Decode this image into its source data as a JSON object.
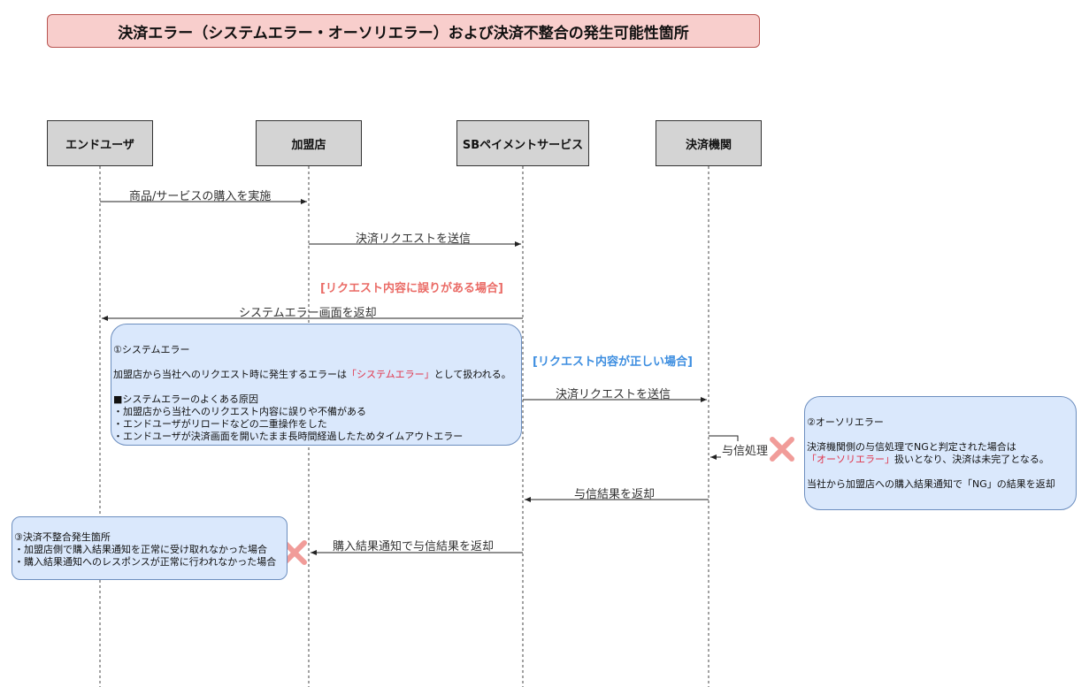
{
  "title": "決済エラー（システムエラー・オーソリエラー）および決済不整合の発生可能性箇所",
  "actors": [
    "エンドユーザ",
    "加盟店",
    "SBペイメントサービス",
    "決済機関"
  ],
  "messages": {
    "purchase": "商品/サービスの購入を実施",
    "payment_request_1": "決済リクエストを送信",
    "system_error_screen": "システムエラー画面を返却",
    "payment_request_2": "決済リクエストを送信",
    "credit_process": "与信処理",
    "credit_result": "与信結果を返却",
    "purchase_notice": "購入結果通知で与信結果を返却"
  },
  "conditions": {
    "request_invalid": "[リクエスト内容に誤りがある場合]",
    "request_valid": "[リクエスト内容が正しい場合]"
  },
  "notes": {
    "system_error": {
      "heading": "①システムエラー",
      "desc_before": "加盟店から当社へのリクエスト時に発生するエラーは",
      "desc_red": "「システムエラー」",
      "desc_after": "として扱われる。",
      "causes_heading": "■システムエラーのよくある原因",
      "causes": [
        "・加盟店から当社へのリクエスト内容に誤りや不備がある",
        "・エンドユーザがリロードなどの二重操作をした",
        "・エンドユーザが決済画面を開いたまま長時間経過したためタイムアウトエラー"
      ]
    },
    "auth_error": {
      "heading": "②オーソリエラー",
      "desc1": "決済機関側の与信処理でNGと判定された場合は",
      "desc_red": "「オーソリエラー」",
      "desc2": "扱いとなり、決済は未完了となる。",
      "desc3": "当社から加盟店への購入結果通知で「NG」の結果を返却"
    },
    "mismatch": {
      "heading": "③決済不整合発生箇所",
      "lines": [
        "・加盟店側で購入結果通知を正常に受け取れなかった場合",
        "・購入結果通知へのレスポンスが正常に行われなかった場合"
      ]
    }
  },
  "colors": {
    "title_fill": "#f8cecc",
    "note_fill": "#dae8fc",
    "cond_red": "#ea6b66",
    "cond_blue": "#3d8ee0",
    "error_red": "#e0344b",
    "error_mark": "#f19c99"
  }
}
